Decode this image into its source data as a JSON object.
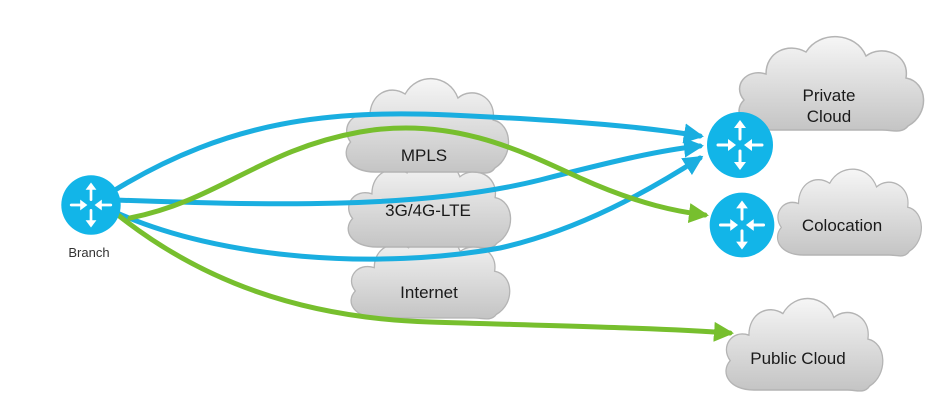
{
  "colors": {
    "router_fill": "#12b5e8",
    "router_arrow": "#ffffff",
    "cloud_light": "#f3f3f3",
    "cloud_dark": "#c9c9c9",
    "cloud_stroke": "#b4b4b4",
    "path_blue": "#1aaee0",
    "path_green": "#77bf2e"
  },
  "branch": {
    "label": "Branch",
    "icon": "router-icon"
  },
  "transports": [
    {
      "id": "mpls",
      "label": "MPLS"
    },
    {
      "id": "lte",
      "label": "3G/4G-LTE"
    },
    {
      "id": "internet",
      "label": "Internet"
    }
  ],
  "destinations": {
    "private_cloud": {
      "line1": "Private",
      "line2": "Cloud",
      "icon": "router-icon"
    },
    "colocation": {
      "label": "Colocation",
      "icon": "router-icon"
    },
    "public_cloud": {
      "label": "Public Cloud"
    }
  },
  "paths": [
    {
      "from": "Branch",
      "to": "Private Cloud",
      "color": "blue"
    },
    {
      "from": "Branch",
      "to": "Private Cloud",
      "color": "blue"
    },
    {
      "from": "Branch",
      "to": "Private Cloud",
      "color": "blue"
    },
    {
      "from": "Branch",
      "to": "Colocation",
      "color": "green"
    },
    {
      "from": "Branch",
      "to": "Public Cloud",
      "color": "green"
    }
  ]
}
